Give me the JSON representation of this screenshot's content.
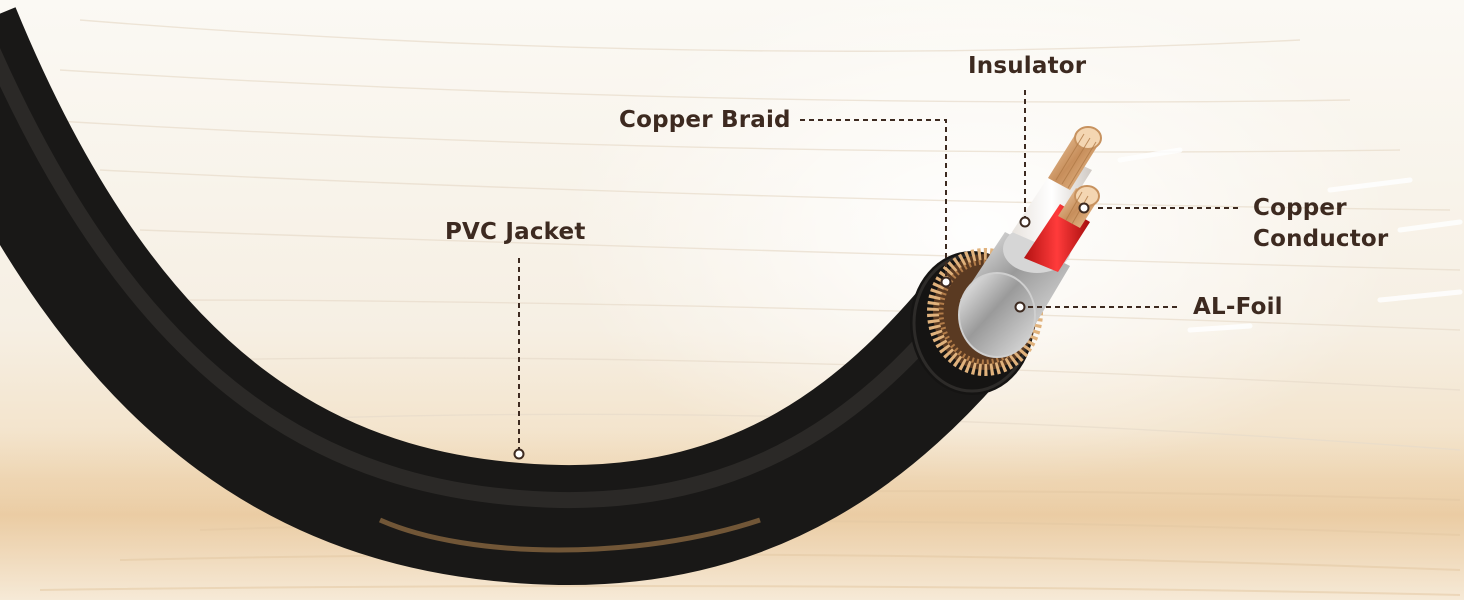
{
  "diagram": {
    "labels": {
      "insulator": "Insulator",
      "copper_braid": "Copper Braid",
      "pvc_jacket": "PVC Jacket",
      "copper_conductor_line1": "Copper",
      "copper_conductor_line2": "Conductor",
      "al_foil": "AL-Foil"
    },
    "colors": {
      "label_text": "#3d2a20",
      "leader_line": "#3d2a20",
      "cable_jacket": "#1c1b1a",
      "copper": "#d9a877",
      "red_insulation": "#d41e1e",
      "background": "#f6efe2"
    }
  }
}
